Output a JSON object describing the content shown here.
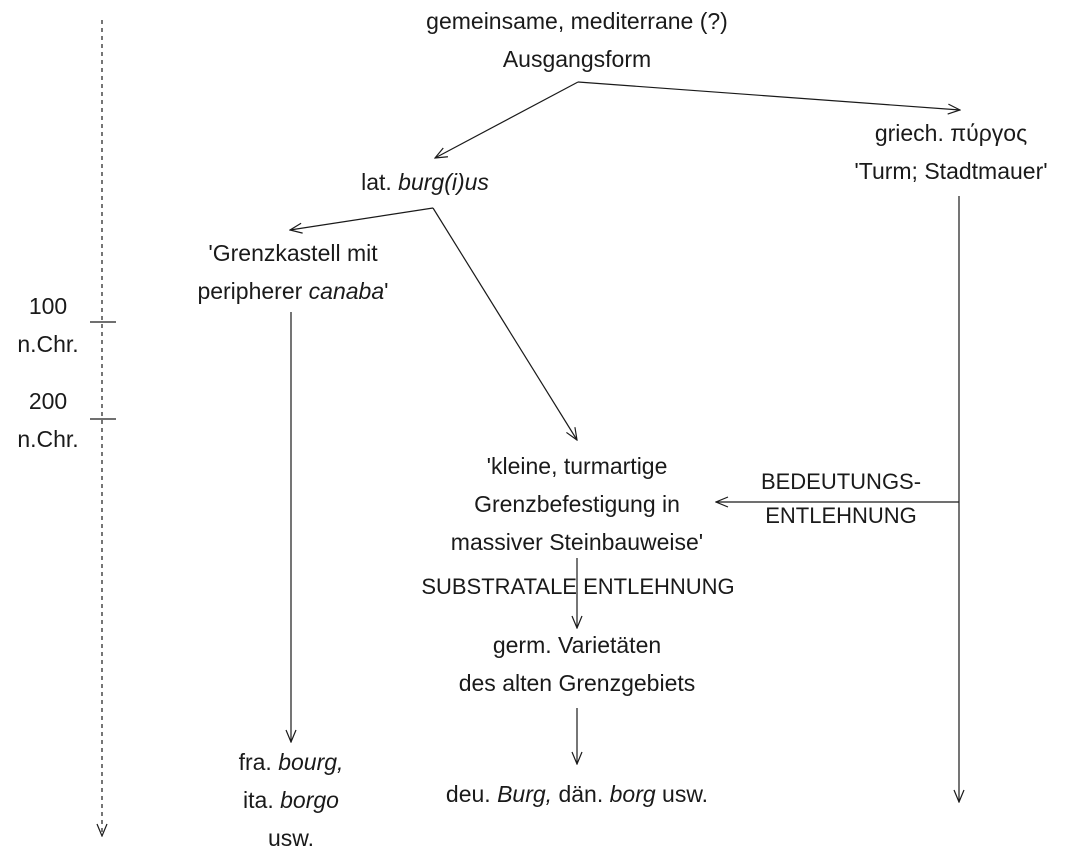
{
  "timeline": {
    "mark_100": {
      "num": "100",
      "unit": "n.Chr."
    },
    "mark_200": {
      "num": "200",
      "unit": "n.Chr."
    }
  },
  "nodes": {
    "source": {
      "line1": "gemeinsame, mediterrane (?)",
      "line2": "Ausgangsform"
    },
    "greek": {
      "line1": "griech. πύργος",
      "line2": "'Turm; Stadtmauer'"
    },
    "latin": {
      "prefix": "lat. ",
      "word": "burg(i)us"
    },
    "grenzkastell": {
      "line1": "'Grenzkastell mit",
      "line2_prefix": "peripherer ",
      "line2_word": "canaba",
      "line2_suffix": "'"
    },
    "kleine": {
      "line1": "'kleine, turmartige",
      "line2": "Grenzbefestigung in",
      "line3": "massiver Steinbauweise'"
    },
    "germ": {
      "line1": "germ. Varietäten",
      "line2": "des alten Grenzgebiets"
    },
    "romance": {
      "l1_prefix": "fra. ",
      "l1_word": "bourg,",
      "l2_prefix": "ita. ",
      "l2_word": "borgo",
      "l3": "usw."
    },
    "german": {
      "p1": "deu. ",
      "w1": "Burg,",
      "p2": " dän. ",
      "w2": "borg",
      "p3": " usw."
    }
  },
  "labels": {
    "bedeutung_1": "BEDEUTUNGS-",
    "bedeutung_2": "ENTLEHNUNG",
    "substratal": "SUBSTRATALE ENTLEHNUNG"
  }
}
